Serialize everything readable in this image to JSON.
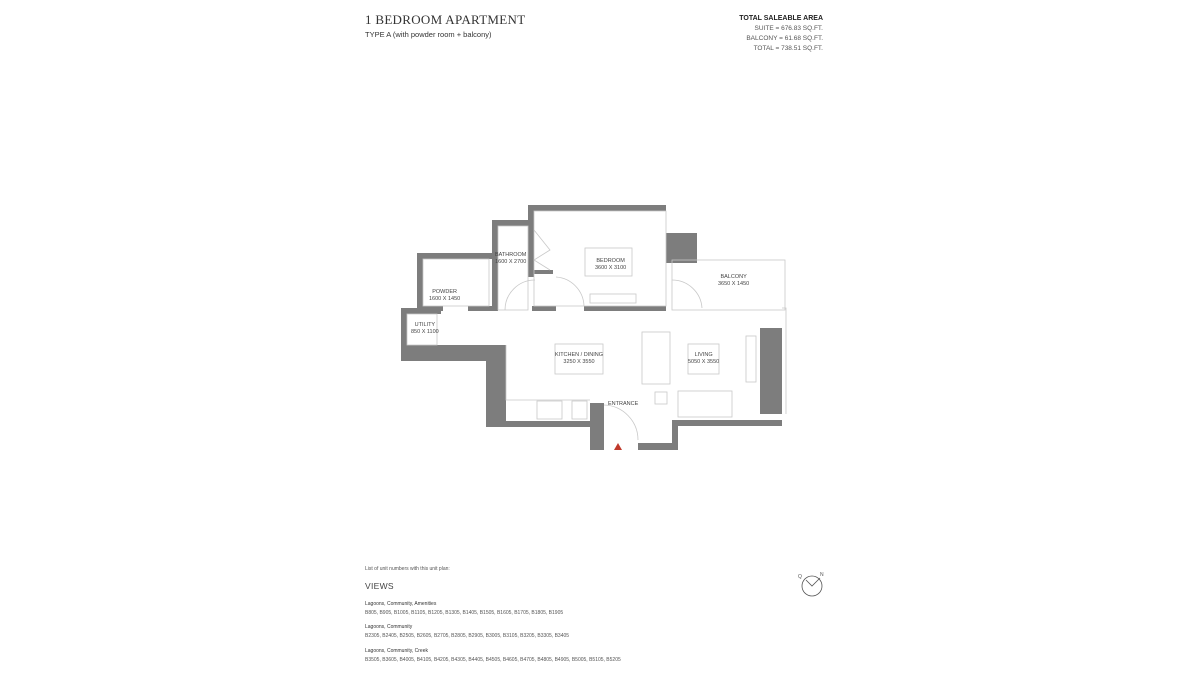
{
  "header": {
    "title": "1 BEDROOM APARTMENT",
    "subtitle": "TYPE A (with powder room + balcony)"
  },
  "area": {
    "heading": "TOTAL SALEABLE AREA",
    "suite": "SUITE = 676.83 SQ.FT.",
    "balcony": "BALCONY = 61.68 SQ.FT.",
    "total": "TOTAL = 738.51 SQ.FT."
  },
  "rooms": {
    "bathroom": {
      "name": "BATHROOM",
      "dims": "1600 X 2700"
    },
    "bedroom": {
      "name": "BEDROOM",
      "dims": "3600 X 3100"
    },
    "balcony": {
      "name": "BALCONY",
      "dims": "3650 X 1450"
    },
    "powder": {
      "name": "POWDER",
      "dims": "1600 X 1450"
    },
    "utility": {
      "name": "UTILITY",
      "dims": "850 X 1100"
    },
    "kitchen": {
      "name": "KITCHEN / DINING",
      "dims": "3250 X 3550"
    },
    "living": {
      "name": "LIVING",
      "dims": "5050 X 3550"
    },
    "entrance": {
      "name": "ENTRANCE"
    }
  },
  "compass": {
    "north_label": "N",
    "other_label": "Q"
  },
  "footer": {
    "unit_list_label": "List of unit numbers with this unit plan:",
    "views_heading": "VIEWS",
    "groups": [
      {
        "title": "Lagoons, Community, Amenities",
        "units": "B805, B905, B1005, B1105, B1205, B1305, B1405, B1505, B1605, B1705, B1805, B1905"
      },
      {
        "title": "Lagoons, Community",
        "units": "B2305, B2405, B2505, B2605, B2705, B2805, B2905, B3005, B3105, B3205, B3305, B3405"
      },
      {
        "title": "Lagoons, Community, Creek",
        "units": "B3505, B3605, B4005, B4105, B4205, B4305, B4405, B4505, B4605, B4705, B4805, B4905, B5005, B5105, B5205"
      }
    ]
  },
  "colors": {
    "wall": "#7d7d7d",
    "line": "#c8c8c8",
    "entry_marker": "#c0392b"
  }
}
